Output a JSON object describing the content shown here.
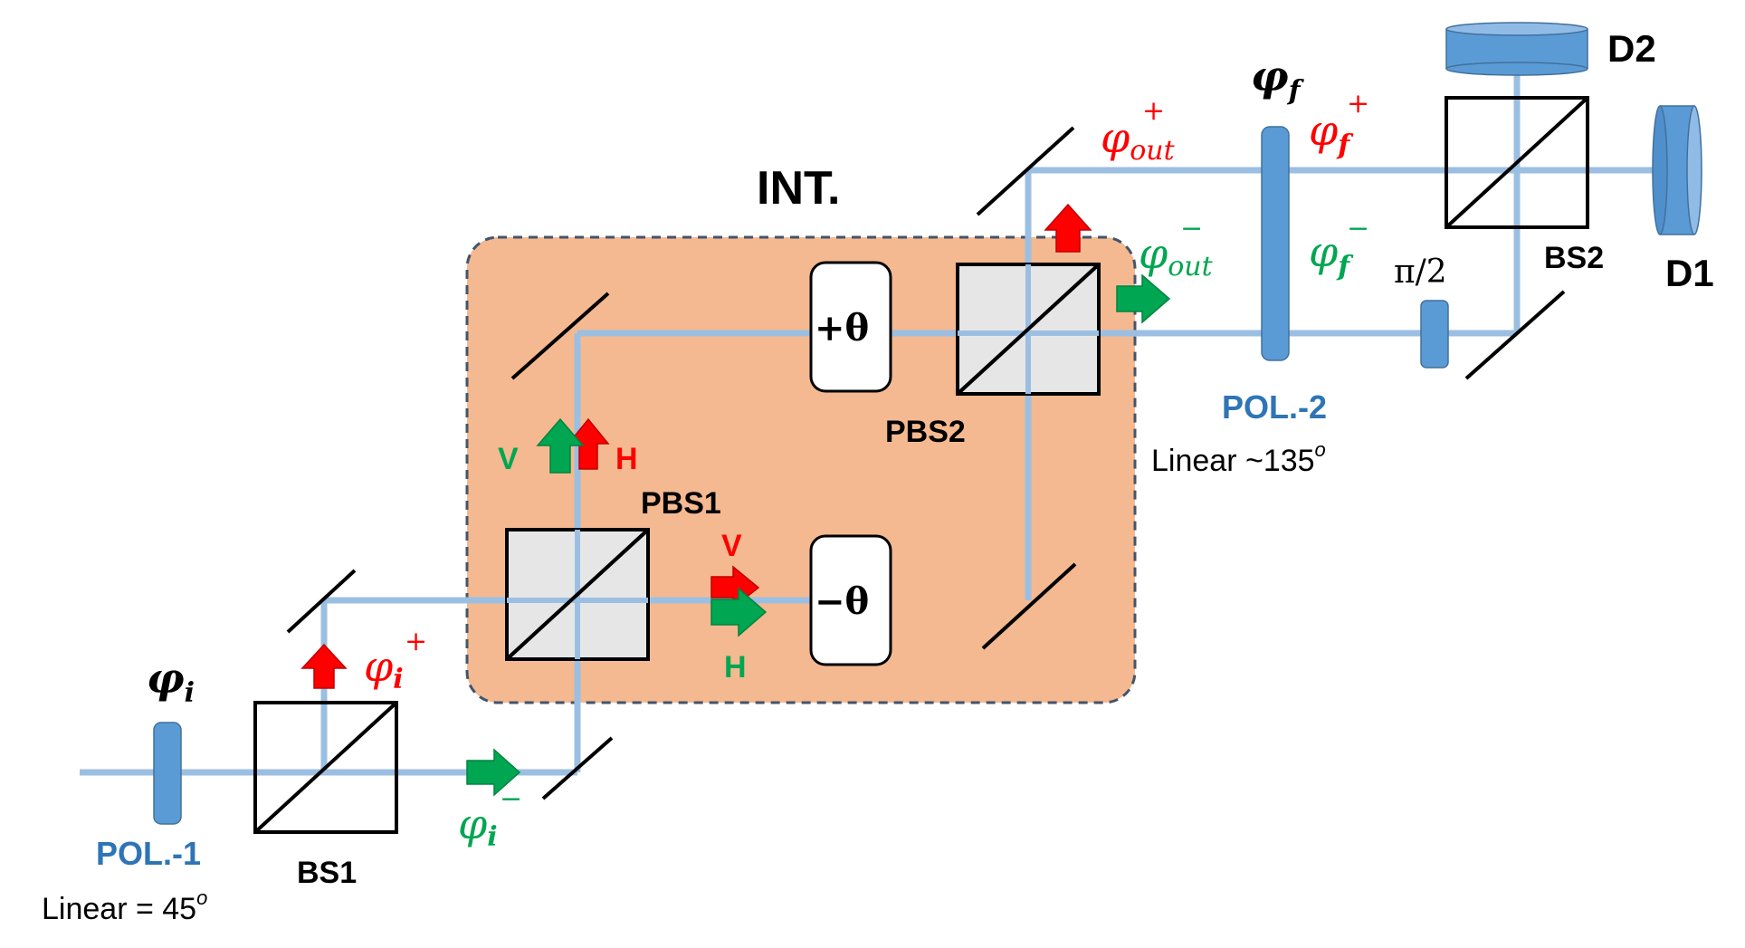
{
  "labels": {
    "interferometer": "INT.",
    "bs1": "BS1",
    "bs2": "BS2",
    "pbs1": "PBS1",
    "pbs2": "PBS2",
    "d1": "D1",
    "d2": "D2",
    "pol1": "POL.-1",
    "pol2": "POL.-2",
    "pol1_setting": "Linear = 45",
    "pol2_setting": "Linear ~135",
    "superscript_o": "o",
    "phase_plate": "π/2",
    "plus_theta": "+θ",
    "minus_theta": "−θ",
    "v": "V",
    "h": "H"
  },
  "states": {
    "phi": "φ",
    "sub_i": "i",
    "sub_f": "f",
    "sub_out": "out",
    "plus": "+",
    "minus": "−"
  },
  "colors": {
    "beam": "#9bbfe2",
    "optic_blue": "#5b9bd5",
    "pol_text": "#2e75b6",
    "red": "#ff0000",
    "green": "#00a651",
    "int_fill": "#f4b991",
    "int_border": "#44546a",
    "pbs_fill": "#e7e6e6"
  }
}
